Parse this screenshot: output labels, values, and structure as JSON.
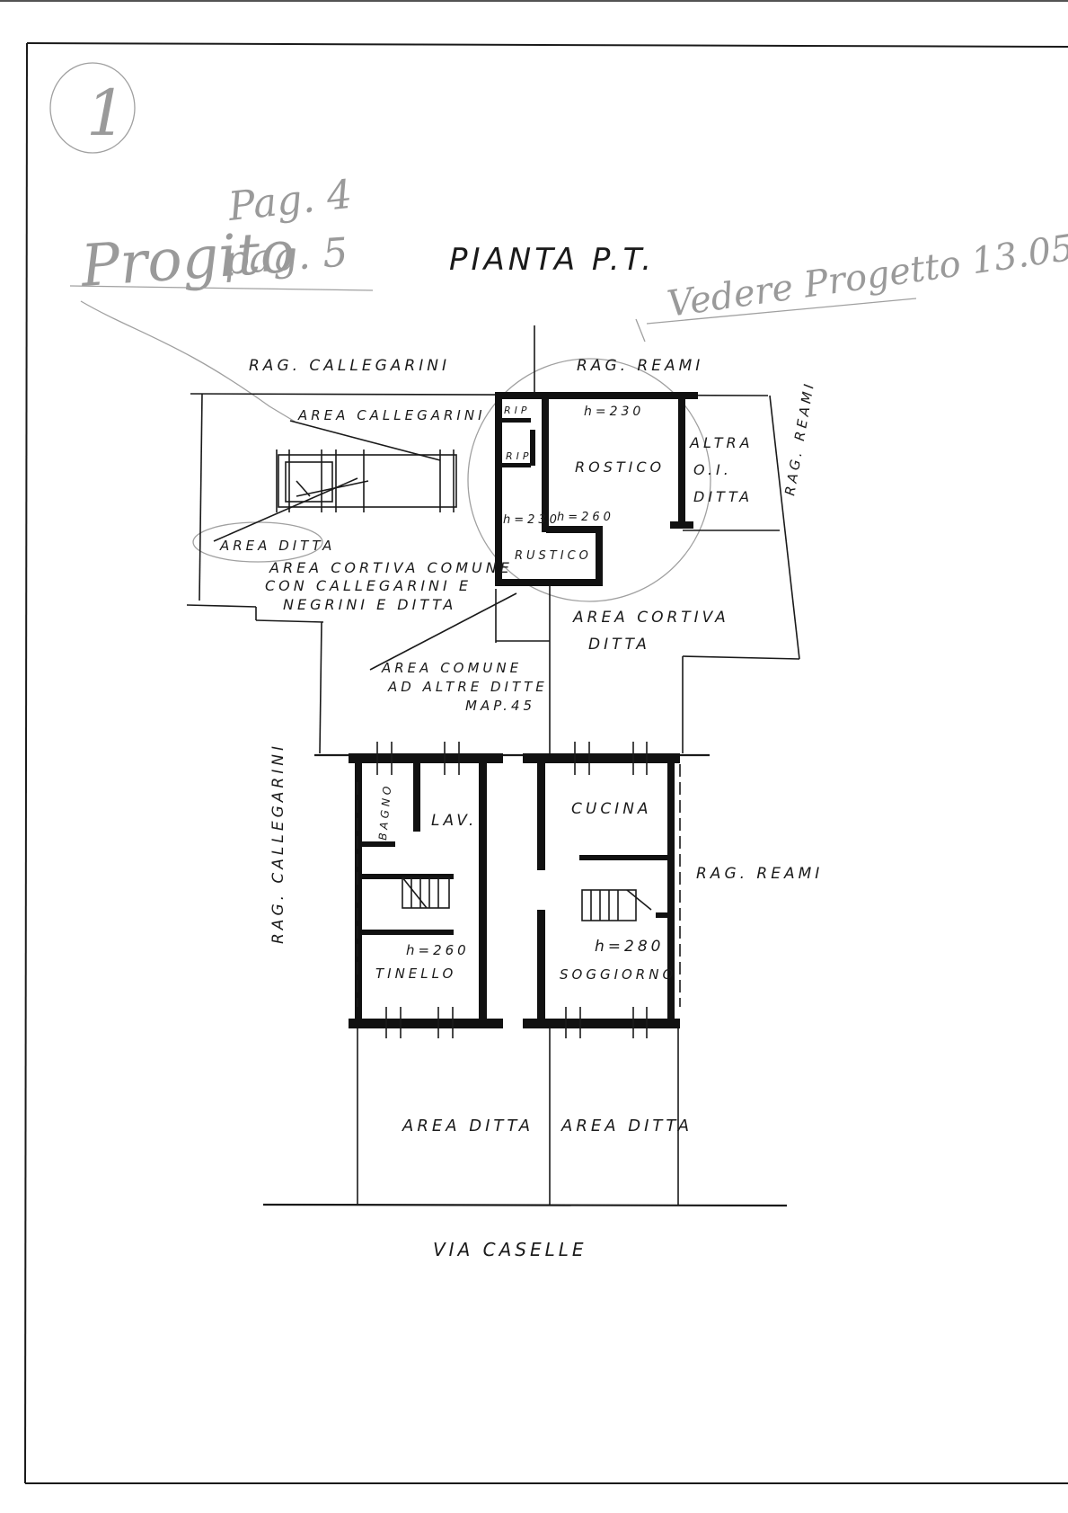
{
  "page_number": "1",
  "pencil_notes": {
    "progetto": "Progito",
    "pag4": "Pag. 4",
    "pag5": "pag. 5",
    "vedere": "Vedere Progetto 13.05."
  },
  "title": "PIANTA P.T.",
  "neighbours": {
    "callegarini_top": "RAG. CALLEGARINI",
    "reami_top": "RAG. REAMI",
    "reami_right_top": "RAG. REAMI",
    "callegarini_left": "RAG. CALLEGARINI",
    "reami_right": "RAG. REAMI"
  },
  "areas": {
    "area_callegarini": "AREA CALLEGARINI",
    "area_ditta_left": "AREA DITTA",
    "cortiva_comune_1": "AREA CORTIVA COMUNE",
    "cortiva_comune_2": "CON CALLEGARINI E",
    "cortiva_comune_3": "NEGRINI E DITTA",
    "cortiva_ditta_1": "AREA CORTIVA",
    "cortiva_ditta_2": "DITTA",
    "comune_1": "AREA COMUNE",
    "comune_2": "AD ALTRE DITTE",
    "comune_3": "MAP.45",
    "altra_1": "ALTRA",
    "altra_2": "O.I.",
    "altra_3": "DITTA",
    "area_ditta_bottom_left": "AREA DITTA",
    "area_ditta_bottom_right": "AREA DITTA"
  },
  "rooms": {
    "rip1": "RIP",
    "rip2": "RIP",
    "h230_top": "h=230",
    "rostico_main": "ROSTICO",
    "h230_small": "h=230",
    "h260_rostico": "h=260",
    "rustico_small": "RUSTICO",
    "bagno": "BAGNO",
    "lav": "LAV.",
    "cucina": "CUCINA",
    "h260_tinello": "h=260",
    "tinello": "TINELLO",
    "h280": "h=280",
    "soggiorno": "SOGGIORNO"
  },
  "street": "VIA CASELLE"
}
